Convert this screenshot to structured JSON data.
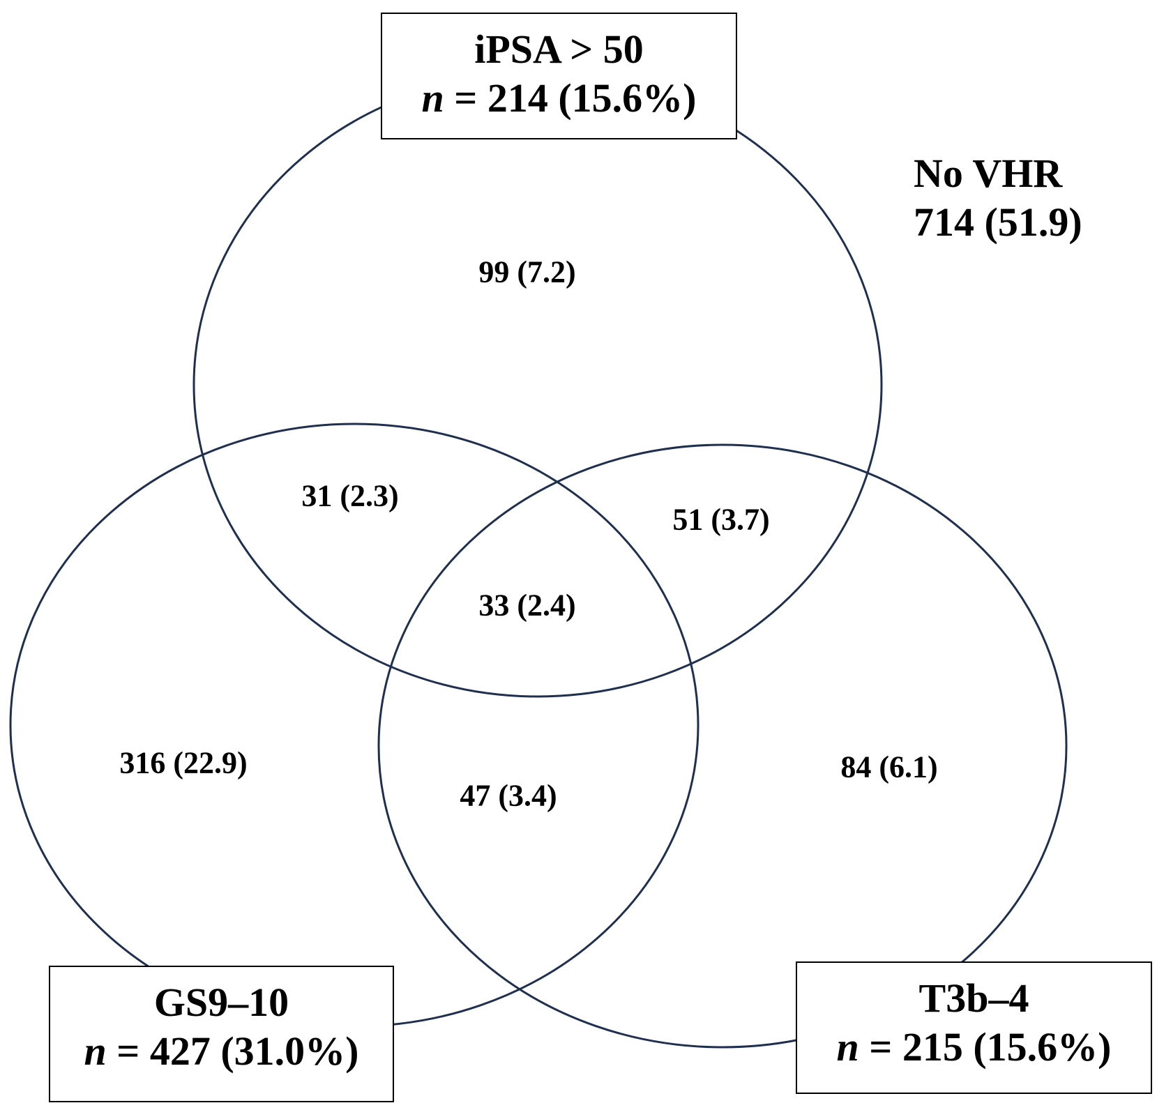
{
  "colors": {
    "circle_stroke": "#1f2f4f",
    "text": "#000000",
    "box_border": "#000000"
  },
  "sets": {
    "ipsa": {
      "name": "iPSA > 50",
      "n_label": "n",
      "n_value": " = 214 (15.6%)"
    },
    "gs": {
      "name": "GS9–10",
      "n_label": "n",
      "n_value": " = 427 (31.0%)"
    },
    "t3b": {
      "name": "T3b–4",
      "n_label": "n",
      "n_value": " = 215 (15.6%)"
    }
  },
  "outside": {
    "line1": "No VHR",
    "line2": "714 (51.9)"
  },
  "regions": {
    "ipsa_only": "99 (7.2)",
    "ipsa_gs": "31 (2.3)",
    "ipsa_t3b": "51 (3.7)",
    "all_three": "33 (2.4)",
    "gs_only": "316 (22.9)",
    "gs_t3b": "47 (3.4)",
    "t3b_only": "84 (6.1)"
  }
}
